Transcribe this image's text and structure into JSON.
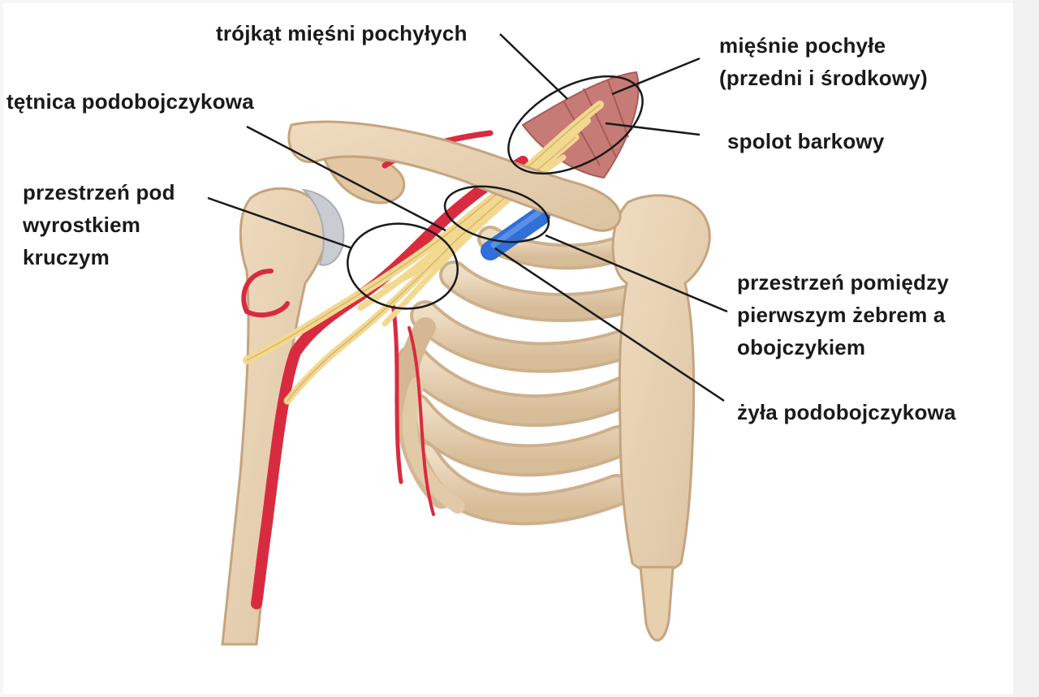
{
  "labels": {
    "scalene_triangle": [
      "trójkąt mięśni pochyłych"
    ],
    "scalene_muscles": [
      "mięśnie pochyłe",
      "(przedni i środkowy)"
    ],
    "subclavian_artery": [
      "tętnica podobojczykowa"
    ],
    "brachial_plexus": [
      "spolot barkowy"
    ],
    "subcoracoid_space": [
      "przestrzeń pod",
      "wyrostkiem",
      "kruczym"
    ],
    "costoclavicular_space": [
      "przestrzeń pomiędzy",
      "pierwszym żebrem a",
      "obojczykiem"
    ],
    "subclavian_vein": [
      "żyła podobojczykowa"
    ]
  },
  "colors": {
    "bone": "#e8d3b5",
    "bone_shadow": "#c9ab88",
    "artery": "#d92b3f",
    "vein": "#2f6fd6",
    "nerve": "#f3d890",
    "muscle": "#c77b76",
    "cartilage": "#c9cdd2",
    "leader": "#1a1a1a"
  }
}
